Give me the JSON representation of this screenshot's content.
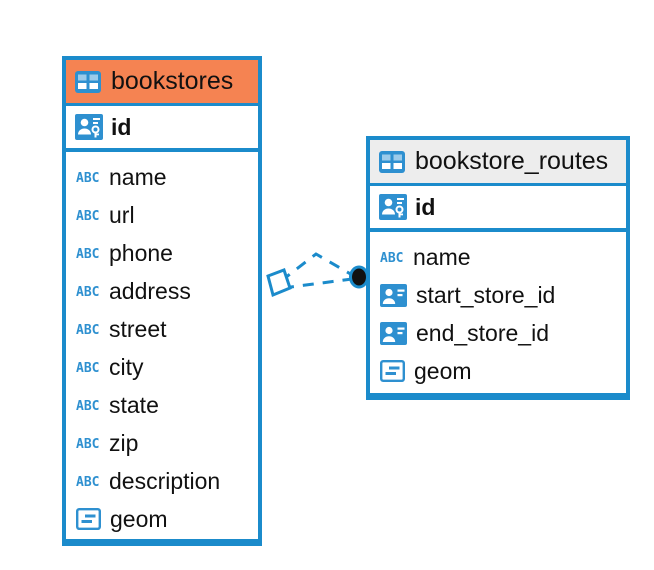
{
  "diagram": {
    "type": "entity-relationship-diagram",
    "accent_color": "#F58352",
    "border_color": "#1B8BCB",
    "icon_color": "#2E90D0",
    "plain_header_color": "#EDEDED",
    "text_color": "#111111",
    "background": "#FFFFFF"
  },
  "entities": [
    {
      "name": "bookstores",
      "header_style": "accent",
      "primary_key": {
        "label": "id",
        "icon": "primary-key-icon"
      },
      "fields": [
        {
          "label": "name",
          "icon": "abc-text-icon"
        },
        {
          "label": "url",
          "icon": "abc-text-icon"
        },
        {
          "label": "phone",
          "icon": "abc-text-icon"
        },
        {
          "label": "address",
          "icon": "abc-text-icon"
        },
        {
          "label": "street",
          "icon": "abc-text-icon"
        },
        {
          "label": "city",
          "icon": "abc-text-icon"
        },
        {
          "label": "state",
          "icon": "abc-text-icon"
        },
        {
          "label": "zip",
          "icon": "abc-text-icon"
        },
        {
          "label": "description",
          "icon": "abc-text-icon"
        },
        {
          "label": "geom",
          "icon": "geometry-icon"
        }
      ]
    },
    {
      "name": "bookstore_routes",
      "header_style": "plain",
      "primary_key": {
        "label": "id",
        "icon": "primary-key-icon"
      },
      "fields": [
        {
          "label": "name",
          "icon": "abc-text-icon"
        },
        {
          "label": "start_store_id",
          "icon": "foreign-key-icon"
        },
        {
          "label": "end_store_id",
          "icon": "foreign-key-icon"
        },
        {
          "label": "geom",
          "icon": "geometry-icon"
        }
      ]
    }
  ],
  "relationship": {
    "style": "dashed",
    "color": "#1B8BCB",
    "source_endpoint": "diamond-endpoint",
    "target_endpoint": "filled-circle-endpoint",
    "source_entity": "bookstores",
    "target_entity": "bookstore_routes"
  }
}
